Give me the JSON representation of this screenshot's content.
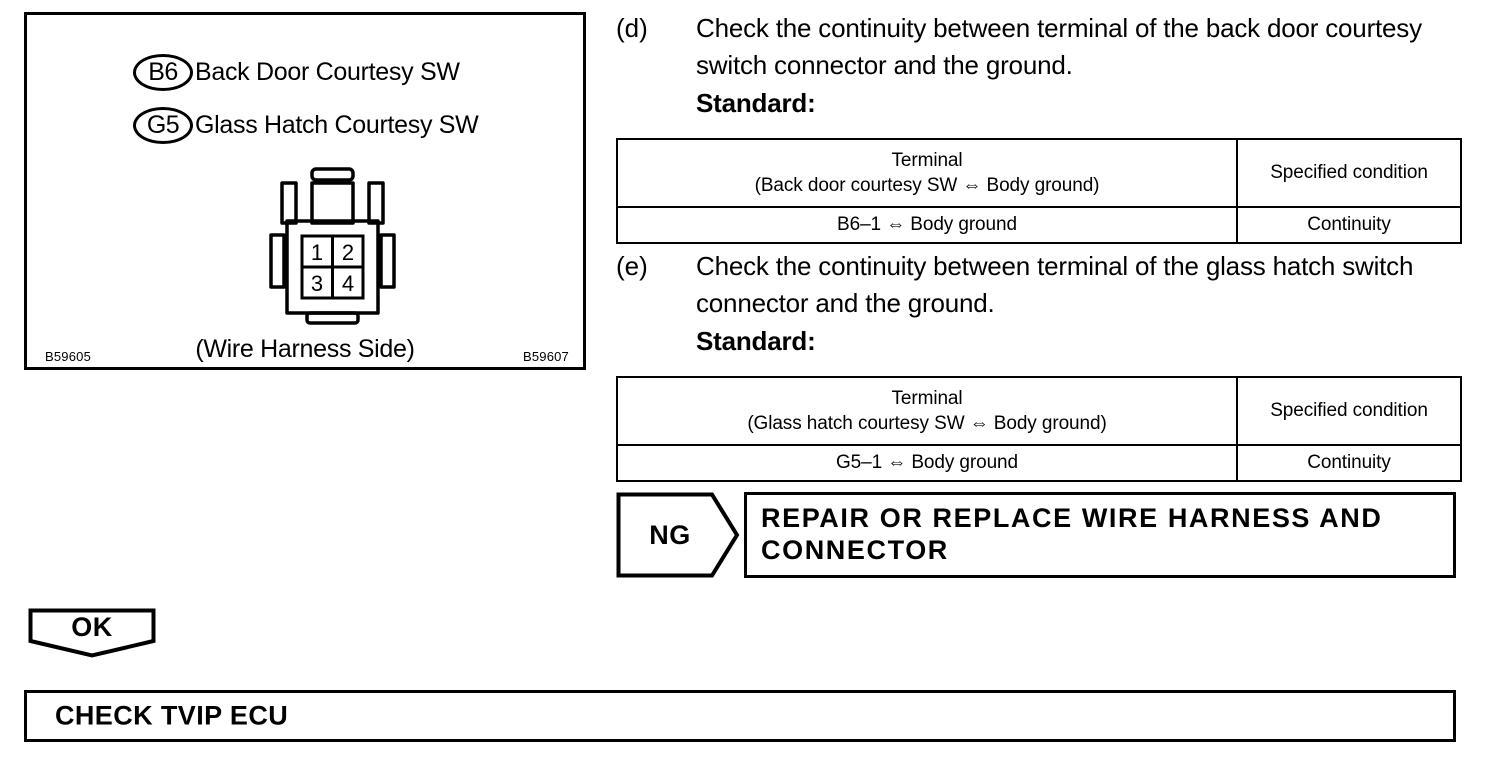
{
  "figure": {
    "legend": [
      {
        "code": "B6",
        "label": "Back Door Courtesy SW"
      },
      {
        "code": "G5",
        "label": "Glass Hatch Courtesy SW"
      }
    ],
    "connector": {
      "terminals": [
        "1",
        "2",
        "3",
        "4"
      ],
      "caption": "(Wire Harness Side)"
    },
    "figure_id_left": "B59605",
    "figure_id_right": "B59607"
  },
  "steps": [
    {
      "letter": "(d)",
      "instruction": "Check the continuity between terminal of the back door courtesy switch connector and the ground.",
      "standard_label": "Standard:",
      "table": {
        "header_terminal_line1": "Terminal",
        "header_terminal_line2": "(Back door courtesy SW ⇔ Body ground)",
        "header_condition": "Specified condition",
        "row_terminal": "B6–1 ⇔ Body ground",
        "row_condition": "Continuity"
      }
    },
    {
      "letter": "(e)",
      "instruction": "Check the continuity between terminal of the glass hatch switch connector and the ground.",
      "standard_label": "Standard:",
      "table": {
        "header_terminal_line1": "Terminal",
        "header_terminal_line2": "(Glass hatch courtesy SW ⇔ Body ground)",
        "header_condition": "Specified condition",
        "row_terminal": "G5–1 ⇔ Body ground",
        "row_condition": "Continuity"
      }
    }
  ],
  "branches": {
    "ng": {
      "label": "NG",
      "result": "REPAIR OR REPLACE WIRE HARNESS AND CONNECTOR"
    },
    "ok": {
      "label": "OK",
      "result": "CHECK TVIP ECU"
    }
  },
  "colors": {
    "ink": "#000000",
    "paper": "#ffffff"
  }
}
